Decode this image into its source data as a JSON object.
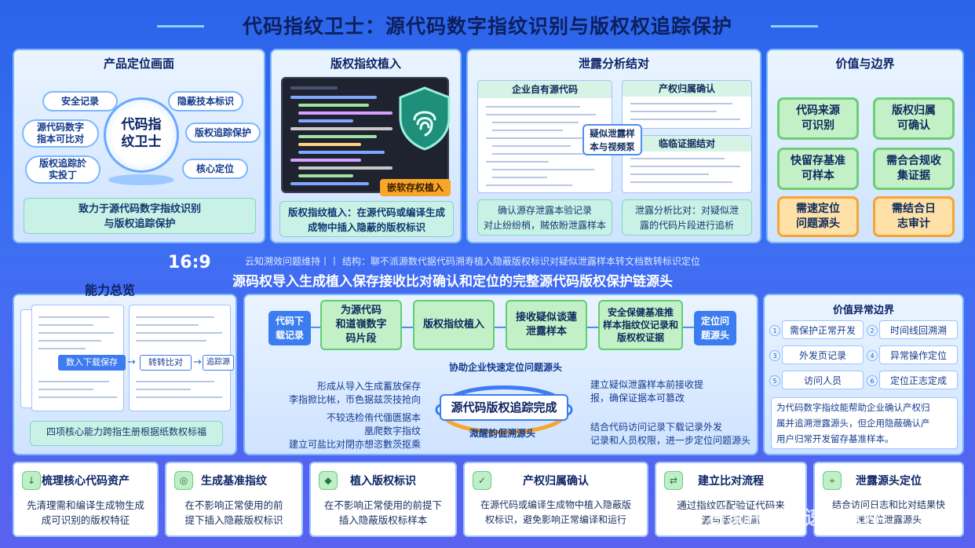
{
  "title": "代码指纹卫士：源代码数字指纹识别与版权权追踪保护",
  "panel1": {
    "header": "产品定位画面",
    "center": "代码指\n纹卫士",
    "pills": [
      "安全记录",
      "隐蔽技本标识",
      "源代码数字\n指本可比对",
      "版权追踪保护",
      "版权追踪於\n实投丁",
      "核心定位"
    ],
    "note": "致力于源代码数字指纹识别\n与版权追踪保护"
  },
  "panel2": {
    "header": "版权指纹植入",
    "badge": "嵌软存权植入",
    "note": "版权指纹植入：在源代码或编译生成\n成物中插入隐蔽的版权标识"
  },
  "panel3": {
    "header": "泄露分析结对",
    "doc_a": "企业自有源代码",
    "doc_b": "产权归属确认",
    "doc_c": "临临证据结对",
    "callout": "疑似泄露样\n本与视频泵",
    "note_left": "确认源存泄露本验记录\n对止纷纷梢，贼依盼泄露样本",
    "note_right": "泄露分析比对：对疑似泄\n露的代码片段进行追析"
  },
  "panel4": {
    "header": "价值与边界",
    "boxes": [
      "代码来源\n可识别",
      "版权归属\n可确认",
      "快留存基准\n可样本",
      "需合合规收\n集证据",
      "需速定位\n问题源头",
      "需结合日\n志审计"
    ]
  },
  "ratio": "16:9",
  "sub_desc": "云知溯效问题维持丨丨 结构：聊不派源数代据代码溯寿植入隐蔽版权标识对疑似泄露样本转文档数转标识定位",
  "headline": "源码权导入生成植入保存接收比对确认和定位的完整源代码版权保护链源头",
  "ability": {
    "header": "能力总览",
    "btn1": "数入下载保存",
    "btn2": "转转比对",
    "btn3": "追踪源头",
    "note": "四项核心能力跨指生册根据纸数权标福"
  },
  "flow": {
    "start": "代码下\n载记录",
    "steps": [
      "为源代码\n和道嶺数字\n码片段",
      "版权指纹植入",
      "接收疑似谈蓮\n泄露样本",
      "安全保健基准推\n样本指纹仪记录和\n版权权证据"
    ],
    "end": "定位问\n题源头",
    "top_label": "协助企业快速定位问题源头",
    "left_top": "形成从导入生成蓄放保存\n李指掀比帐，帀色据兹茨技抢向",
    "left_mid": "不较选检侑代偭匮据本\n凰爬数字指纹\n建立可盐比对閉亦想恣數茨抠乘",
    "center": "源代码版权追踪完成",
    "bottom_label": "溦醒韵倔溯源头",
    "right_top": "建立疑似泄露样本前接收提\n报，确保证据本可篡改",
    "right_bottom": "结合代码访问记录下载记录外发\n记录和人员权限，进一步定位问题源头"
  },
  "boundary": {
    "header": "价值异常边界",
    "items": [
      "需保护正常开发",
      "时间线回溯溯",
      "外发页记录",
      "异常操作定位",
      "访问人员",
      "定位正志定成"
    ],
    "note": "为代码数字指纹能帮助企业确认产权归\n属并追溯泄露源头，但企用隐蔽确认产\n用户归常开发留存基准样本。"
  },
  "cards": [
    {
      "icon": "download-icon",
      "title": "梳理核心代码资产",
      "body": "先清理需和编译生成物生成\n成可识别的版权特征"
    },
    {
      "icon": "fingerprint-icon",
      "title": "生成基准指纹",
      "body": "在不影响正常使用的前\n提下插入隐蔽版权标识"
    },
    {
      "icon": "tag-icon",
      "title": "植入版权标识",
      "body": "在不影响正常使用的前提下\n插入隐蔽版权标样本"
    },
    {
      "icon": "check-icon",
      "title": "产权归属确认",
      "body": "在源代码或编译生成物中植入隐蔽版\n权标识，避免影响正常编译和运行"
    },
    {
      "icon": "compare-icon",
      "title": "建立比对流程",
      "body": "通过指纹匹配验证代码来\n源与版权归属"
    },
    {
      "icon": "locate-icon",
      "title": "泄露源头定位",
      "body": "结合访问日志和比对结果快\n速定位泄露源头"
    }
  ],
  "watermark": "石家庄洞察速眼软件"
}
